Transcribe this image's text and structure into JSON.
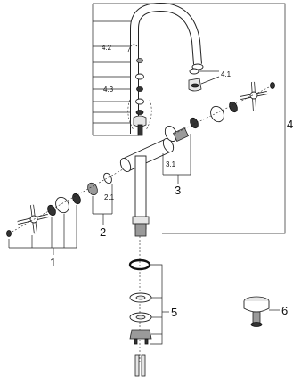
{
  "callouts": {
    "c1": "1",
    "c2": "2",
    "c2_1": "2.1",
    "c3": "3",
    "c3_1": "3.1",
    "c4": "4",
    "c4_1": "4.1",
    "c4_2": "4.2",
    "c4_3": "4.3",
    "c5": "5",
    "c6": "6"
  }
}
